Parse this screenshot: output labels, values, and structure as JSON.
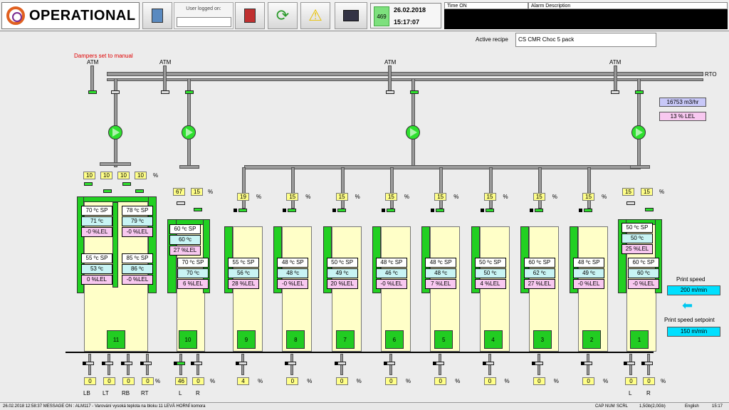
{
  "header": {
    "brand": "OPERATIONAL",
    "user_label": "User logged on:",
    "counter": "469",
    "date": "26.02.2018",
    "time": "15:17:07",
    "alarm_time_header": "Time ON",
    "alarm_desc_header": "Alarm Description"
  },
  "recipe": {
    "label": "Active recipe",
    "value": "CS CMR Choc 5 pack"
  },
  "dampers_manual": "Dampers set to manual",
  "atm": "ATM",
  "rto": "RTO",
  "exhaust": {
    "flow": "16753 m3/hr",
    "lel": "13 % LEL"
  },
  "print_speed": {
    "label": "Print speed",
    "value": "200 m/min",
    "setpoint_label": "Print speed setpoint",
    "setpoint": "150 m/min"
  },
  "pct": "%",
  "zone11": {
    "top_dampers": [
      "10",
      "10",
      "10",
      "10"
    ],
    "lt": {
      "sp": "70 ºc SP",
      "pv": "71 ºc",
      "lel": "-0 %LEL"
    },
    "rt": {
      "sp": "78 ºc SP",
      "pv": "79 ºc",
      "lel": "-0 %LEL"
    },
    "lb": {
      "sp": "55 ºc SP",
      "pv": "53 ºc",
      "lel": "0 %LEL"
    },
    "rb": {
      "sp": "85 ºc SP",
      "pv": "86 ºc",
      "lel": "-0 %LEL"
    },
    "bottom": [
      "0",
      "0",
      "0",
      "0"
    ],
    "bottom_labels": [
      "LB",
      "LT",
      "RB",
      "RT"
    ]
  },
  "zone10": {
    "top_dampers": [
      "67",
      "15"
    ],
    "a": {
      "sp": "60 ºc SP",
      "pv": "60 ºc",
      "lel": "27 %LEL"
    },
    "b": {
      "sp": "70 ºc SP",
      "pv": "70 ºc",
      "lel": "6 %LEL"
    },
    "bottom": [
      "46",
      "0"
    ],
    "bottom_labels": [
      "L",
      "R"
    ]
  },
  "zones": [
    {
      "id": "9",
      "top": "19",
      "sp": "55 ºc SP",
      "pv": "56 ºc",
      "lel": "28 %LEL",
      "bottom": "4"
    },
    {
      "id": "8",
      "top": "15",
      "sp": "48 ºc SP",
      "pv": "48 ºc",
      "lel": "-0 %LEL",
      "bottom": "0"
    },
    {
      "id": "7",
      "top": "15",
      "sp": "50 ºc SP",
      "pv": "49 ºc",
      "lel": "20 %LEL",
      "bottom": "0"
    },
    {
      "id": "6",
      "top": "15",
      "sp": "48 ºc SP",
      "pv": "46 ºc",
      "lel": "-0 %LEL",
      "bottom": "0"
    },
    {
      "id": "5",
      "top": "15",
      "sp": "48 ºc SP",
      "pv": "48 ºc",
      "lel": "7 %LEL",
      "bottom": "0"
    },
    {
      "id": "4",
      "top": "15",
      "sp": "50 ºc SP",
      "pv": "50 ºc",
      "lel": "4 %LEL",
      "bottom": "0"
    },
    {
      "id": "3",
      "top": "15",
      "sp": "60 ºc SP",
      "pv": "62 ºc",
      "lel": "27 %LEL",
      "bottom": "0"
    },
    {
      "id": "2",
      "top": "15",
      "sp": "48 ºc SP",
      "pv": "49 ºc",
      "lel": "-0 %LEL",
      "bottom": "0"
    }
  ],
  "zone1": {
    "top_dampers": [
      "15",
      "15"
    ],
    "a": {
      "sp": "50 ºc SP",
      "pv": "50 ºc",
      "lel": "25 %LEL"
    },
    "b": {
      "sp": "60 ºc SP",
      "pv": "60 ºc",
      "lel": "-0 %LEL"
    },
    "bottom": [
      "0",
      "0"
    ],
    "bottom_labels": [
      "L",
      "R"
    ]
  },
  "zone_ids": {
    "z11": "11",
    "z10": "10",
    "z1": "1"
  },
  "statusbar": {
    "message": "26.02.2018 12:58:37 MESSAGE ON : ALM117 - Varování vysoká teplota na bloku 11 LEVÁ HORNÍ komora",
    "cap": "CAP",
    "num": "NUM",
    "scrl": "SCRL",
    "mem": "1,5Gb(2,0Gb)",
    "lang": "English",
    "time": "15:17"
  }
}
